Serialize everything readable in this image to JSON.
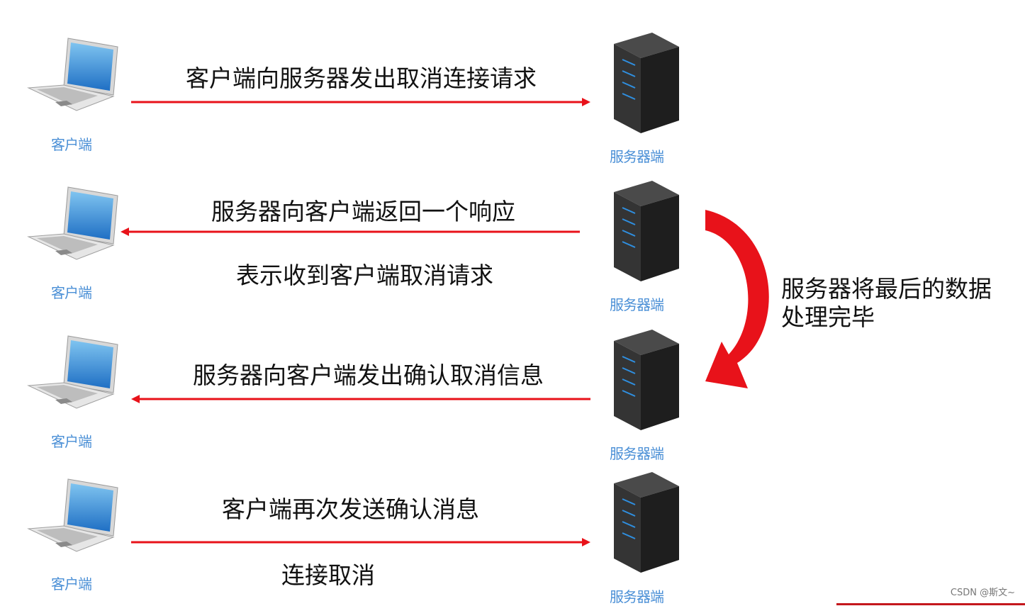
{
  "rows": [
    {
      "client_label": "客户端",
      "server_label": "服务器端",
      "message": "客户端向服务器发出取消连接请求",
      "sub": ""
    },
    {
      "client_label": "客户端",
      "server_label": "服务器端",
      "message": "服务器向客户端返回一个响应",
      "sub": "表示收到客户端取消请求"
    },
    {
      "client_label": "客户端",
      "server_label": "服务器端",
      "message": "服务器向客户端发出确认取消信息",
      "sub": ""
    },
    {
      "client_label": "客户端",
      "server_label": "服务器端",
      "message": "客户端再次发送确认消息",
      "sub": "连接取消"
    }
  ],
  "side_note": {
    "line1": "服务器将最后的数据",
    "line2": "处理完毕"
  },
  "watermark": "CSDN @斯文~",
  "colors": {
    "arrow": "#e8121a",
    "label": "#4a8fd6",
    "server": "#2b2b2b",
    "led": "#2f8fe0"
  },
  "icons": {
    "client": "laptop-icon",
    "server": "server-icon"
  }
}
